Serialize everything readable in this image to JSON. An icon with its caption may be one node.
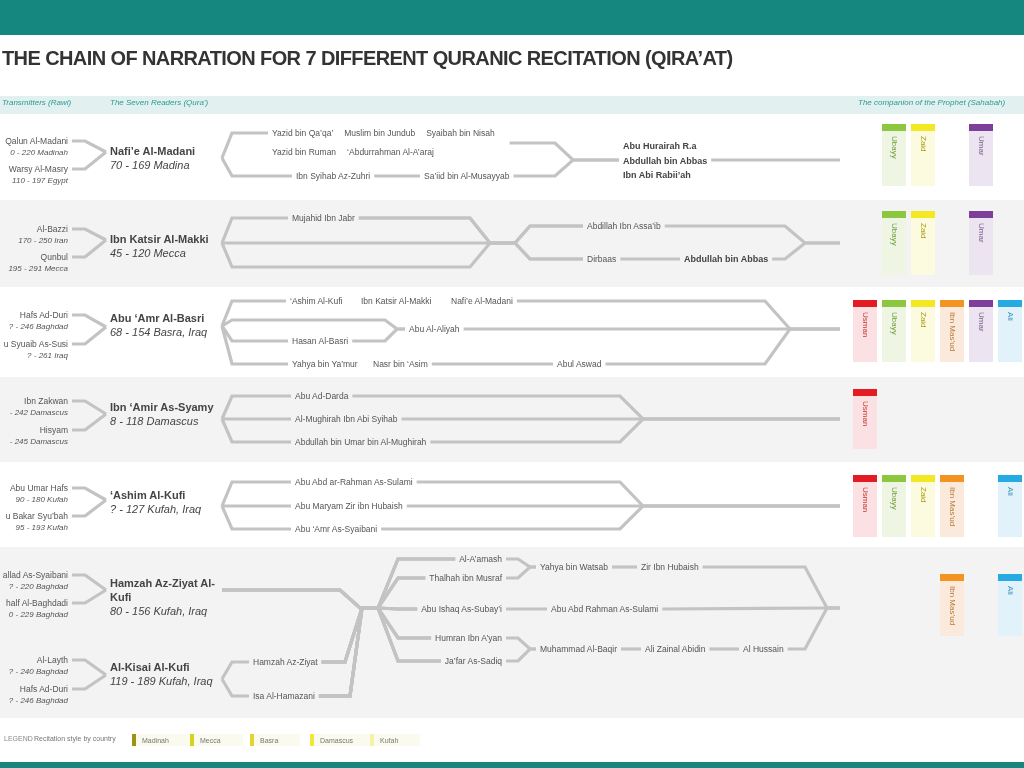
{
  "diagram": {
    "title": "THE CHAIN OF NARRATION FOR 7 DIFFERENT QURANIC RECITATION (QIRA’AT)",
    "nodes": [
      {
        "text": [
          "Qalun Al-Madani",
          "0 - 220 Madinah"
        ]
      },
      {
        "text": [
          "Warsy Al-Masry",
          "110 - 197 Egypt"
        ]
      },
      {
        "text": [
          "Nafi’e Al-Madani",
          "70 - 169 Madina"
        ]
      },
      {
        "text": [
          "Yazid bin Qa’qa’",
          "Muslim bin Jundub",
          "Syaibah bin Nisah",
          "Yazid bin Ruman",
          "‘Abdurrahman Al-A’araj"
        ]
      },
      {
        "text": [
          "Ibn Syihab Az-Zuhri"
        ]
      },
      {
        "text": [
          "Sa’iid bin Al-Musayyab"
        ]
      },
      {
        "text": [
          "Abu Hurairah R.a",
          "Abdullah bin Abbas",
          "Ibn Abi Rabii’ah"
        ]
      },
      {
        "text": [
          "Ubayy"
        ]
      },
      {
        "text": [
          "Zaid"
        ]
      },
      {
        "text": [
          "Umar"
        ]
      },
      {
        "text": [
          "Al-Bazzi",
          "170 - 250 Iran"
        ]
      },
      {
        "text": [
          "Qunbul",
          "195 - 291 Mecca"
        ]
      },
      {
        "text": [
          "Ibn Katsir Al-Makki",
          "45 - 120 Mecca"
        ]
      },
      {
        "text": [
          "Mujahid Ibn Jabr"
        ]
      },
      {
        "text": [
          "Abdillah Ibn Assa’ib"
        ]
      },
      {
        "text": [
          "Dirbaas"
        ]
      },
      {
        "text": [
          "Abdullah bin Abbas"
        ]
      },
      {
        "text": [
          "Ubayy"
        ]
      },
      {
        "text": [
          "Zaid"
        ]
      },
      {
        "text": [
          "Umar"
        ]
      },
      {
        "text": [
          "Hafs Ad-Duri",
          "? - 246 Baghdad"
        ]
      },
      {
        "text": [
          "u Syuaib As-Susi",
          "? - 261 Iraq"
        ]
      },
      {
        "text": [
          "Abu ‘Amr Al-Basri",
          "68 - 154 Basra, Iraq"
        ]
      },
      {
        "text": [
          "‘Ashim Al-Kufi"
        ]
      },
      {
        "text": [
          "Ibn Katsir Al-Makki"
        ]
      },
      {
        "text": [
          "Nafi’e Al-Madani"
        ]
      },
      {
        "text": [
          "Hasan Al-Basri"
        ]
      },
      {
        "text": [
          "Abu Al-Aliyah"
        ]
      },
      {
        "text": [
          "Yahya bin Ya’mur"
        ]
      },
      {
        "text": [
          "Nasr bin ‘Asim"
        ]
      },
      {
        "text": [
          "Abul Aswad"
        ]
      },
      {
        "text": [
          "Usman"
        ]
      },
      {
        "text": [
          "Ubayy"
        ]
      },
      {
        "text": [
          "Zaid"
        ]
      },
      {
        "text": [
          "Ibn Mas’ud"
        ]
      },
      {
        "text": [
          "Umar"
        ]
      },
      {
        "text": [
          "Ali"
        ]
      },
      {
        "text": [
          "Ibn Zakwan",
          "- 242 Damascus"
        ]
      },
      {
        "text": [
          "Hisyam",
          "- 245 Damascus"
        ]
      },
      {
        "text": [
          "Ibn ‘Amir As-Syamy",
          "8 - 118 Damascus"
        ]
      },
      {
        "text": [
          "Abu Ad-Darda"
        ]
      },
      {
        "text": [
          "Al-Mughirah Ibn Abi Syihab"
        ]
      },
      {
        "text": [
          "Abdullah bin Umar bin Al-Mughirah"
        ]
      },
      {
        "text": [
          "Usman"
        ]
      },
      {
        "text": [
          "Abu Umar Hafs",
          "90 - 180 Kufah"
        ]
      },
      {
        "text": [
          "u Bakar Syu’bah",
          "95 - 193 Kufah"
        ]
      },
      {
        "text": [
          "‘Ashim Al-Kufi",
          "? - 127 Kufah, Iraq"
        ]
      },
      {
        "text": [
          "Abu Abd ar-Rahman As-Sulami"
        ]
      },
      {
        "text": [
          "Abu Maryam Zir ibn Hubaish"
        ]
      },
      {
        "text": [
          "Abu ‘Amr As-Syaibani"
        ]
      },
      {
        "text": [
          "Usman"
        ]
      },
      {
        "text": [
          "Ubayy"
        ]
      },
      {
        "text": [
          "Zaid"
        ]
      },
      {
        "text": [
          "Ibn Mas’ud"
        ]
      },
      {
        "text": [
          "Ali"
        ]
      },
      {
        "text": [
          "allad As-Syaibani",
          "? - 220 Baghdad"
        ]
      },
      {
        "text": [
          "half Al-Baghdadi",
          "0 - 229 Baghdad"
        ]
      },
      {
        "text": [
          "Hamzah Az-Ziyat Al-Kufi",
          "80 - 156 Kufah, Iraq"
        ]
      },
      {
        "text": [
          "Al-Layth",
          "? - 240 Baghdad"
        ]
      },
      {
        "text": [
          "Hafs Ad-Duri",
          "? - 246 Baghdad"
        ]
      },
      {
        "text": [
          "Al-Kisai Al-Kufi",
          "119 - 189 Kufah, Iraq"
        ]
      },
      {
        "text": [
          "Hamzah Az-Ziyat"
        ]
      },
      {
        "text": [
          "Isa Al-Hamazani"
        ]
      },
      {
        "text": [
          "Al-A’amash"
        ]
      },
      {
        "text": [
          "Thalhah ibn Musraf"
        ]
      },
      {
        "text": [
          "Abu Ishaq As-Subay’i"
        ]
      },
      {
        "text": [
          "Humran Ibn A’yan"
        ]
      },
      {
        "text": [
          "Ja’far As-Sadiq"
        ]
      },
      {
        "text": [
          "Yahya bin Watsab"
        ]
      },
      {
        "text": [
          "Zir Ibn Hubaish"
        ]
      },
      {
        "text": [
          "Abu Abd Rahman As-Sulami"
        ]
      },
      {
        "text": [
          "Muhammad Al-Baqir"
        ]
      },
      {
        "text": [
          "Ali Zainal Abidin"
        ]
      },
      {
        "text": [
          "Al Hussain"
        ]
      },
      {
        "text": [
          "Ibn Mas’ud"
        ]
      },
      {
        "text": [
          "Ali"
        ]
      }
    ],
    "edges": [
      {
        "from": 0,
        "to": 2,
        "arrow": "none"
      },
      {
        "from": 1,
        "to": 2,
        "arrow": "none"
      },
      {
        "from": 2,
        "to": 3,
        "arrow": "none"
      },
      {
        "from": 2,
        "to": 4,
        "arrow": "none"
      },
      {
        "from": 4,
        "to": 5,
        "arrow": "none"
      },
      {
        "from": 3,
        "to": 6,
        "arrow": "none"
      },
      {
        "from": 5,
        "to": 6,
        "arrow": "none"
      },
      {
        "from": 6,
        "to": null,
        "arrow": "none"
      },
      {
        "from": 10,
        "to": 12,
        "arrow": "none"
      },
      {
        "from": 11,
        "to": 12,
        "arrow": "none"
      },
      {
        "from": 12,
        "to": 13,
        "arrow": "none"
      },
      {
        "from": 13,
        "to": 14,
        "arrow": "none"
      },
      {
        "from": 13,
        "to": 15,
        "arrow": "none"
      },
      {
        "from": 12,
        "to": 14,
        "arrow": "none"
      },
      {
        "from": 12,
        "to": 15,
        "arrow": "none"
      },
      {
        "from": 15,
        "to": 16,
        "arrow": "none"
      },
      {
        "from": 14,
        "to": null,
        "arrow": "none"
      },
      {
        "from": 16,
        "to": null,
        "arrow": "none"
      },
      {
        "from": 20,
        "to": 22,
        "arrow": "none"
      },
      {
        "from": 21,
        "to": 22,
        "arrow": "none"
      },
      {
        "from": 22,
        "to": 23,
        "arrow": "none"
      },
      {
        "from": 22,
        "to": 27,
        "arrow": "none"
      },
      {
        "from": 22,
        "to": 26,
        "arrow": "none"
      },
      {
        "from": 26,
        "to": 27,
        "arrow": "none"
      },
      {
        "from": 22,
        "to": 28,
        "arrow": "none"
      },
      {
        "from": 29,
        "to": 30,
        "arrow": "none"
      },
      {
        "from": 25,
        "to": null,
        "arrow": "none"
      },
      {
        "from": 27,
        "to": null,
        "arrow": "none"
      },
      {
        "from": 30,
        "to": null,
        "arrow": "none"
      },
      {
        "from": 37,
        "to": 39,
        "arrow": "none"
      },
      {
        "from": 38,
        "to": 39,
        "arrow": "none"
      },
      {
        "from": 39,
        "to": 40,
        "arrow": "none"
      },
      {
        "from": 39,
        "to": 41,
        "arrow": "none"
      },
      {
        "from": 39,
        "to": 42,
        "arrow": "none"
      },
      {
        "from": 40,
        "to": null,
        "arrow": "none"
      },
      {
        "from": 41,
        "to": null,
        "arrow": "none"
      },
      {
        "from": 42,
        "to": null,
        "arrow": "none"
      },
      {
        "from": 44,
        "to": 46,
        "arrow": "none"
      },
      {
        "from": 45,
        "to": 46,
        "arrow": "none"
      },
      {
        "from": 46,
        "to": 47,
        "arrow": "none"
      },
      {
        "from": 46,
        "to": 48,
        "arrow": "none"
      },
      {
        "from": 46,
        "to": 49,
        "arrow": "none"
      },
      {
        "from": 47,
        "to": null,
        "arrow": "none"
      },
      {
        "from": 48,
        "to": null,
        "arrow": "none"
      },
      {
        "from": 49,
        "to": null,
        "arrow": "none"
      },
      {
        "from": 55,
        "to": 57,
        "arrow": "none"
      },
      {
        "from": 56,
        "to": 57,
        "arrow": "none"
      },
      {
        "from": 58,
        "to": 60,
        "arrow": "none"
      },
      {
        "from": 59,
        "to": 60,
        "arrow": "none"
      },
      {
        "from": 60,
        "to": 61,
        "arrow": "none"
      },
      {
        "from": 60,
        "to": 62,
        "arrow": "none"
      },
      {
        "from": 57,
        "to": 63,
        "arrow": "none"
      },
      {
        "from": 57,
        "to": 64,
        "arrow": "none"
      },
      {
        "from": 57,
        "to": 65,
        "arrow": "none"
      },
      {
        "from": 57,
        "to": 66,
        "arrow": "none"
      },
      {
        "from": 57,
        "to": 67,
        "arrow": "none"
      },
      {
        "from": 61,
        "to": 63,
        "arrow": "none"
      },
      {
        "from": 61,
        "to": 64,
        "arrow": "none"
      },
      {
        "from": 61,
        "to": 65,
        "arrow": "none"
      },
      {
        "from": 61,
        "to": 66,
        "arrow": "none"
      },
      {
        "from": 61,
        "to": 67,
        "arrow": "none"
      },
      {
        "from": 62,
        "to": 63,
        "arrow": "none"
      },
      {
        "from": 62,
        "to": 64,
        "arrow": "none"
      },
      {
        "from": 62,
        "to": 65,
        "arrow": "none"
      },
      {
        "from": 62,
        "to": 66,
        "arrow": "none"
      },
      {
        "from": 62,
        "to": 67,
        "arrow": "none"
      },
      {
        "from": 63,
        "to": 68,
        "arrow": "none"
      },
      {
        "from": 64,
        "to": 68,
        "arrow": "none"
      },
      {
        "from": 65,
        "to": 70,
        "arrow": "none"
      },
      {
        "from": 66,
        "to": 71,
        "arrow": "none"
      },
      {
        "from": 67,
        "to": 71,
        "arrow": "none"
      },
      {
        "from": 68,
        "to": 69,
        "arrow": "none"
      },
      {
        "from": 71,
        "to": 72,
        "arrow": "none"
      },
      {
        "from": 72,
        "to": 73,
        "arrow": "none"
      },
      {
        "from": 69,
        "to": null,
        "arrow": "none"
      },
      {
        "from": 70,
        "to": null,
        "arrow": "none"
      },
      {
        "from": 73,
        "to": null,
        "arrow": "none"
      }
    ],
    "labels": [
      "Transmitters (Rawi)",
      "The Seven Readers (Qura’)",
      "The companion of the Prophet (Sahabah)",
      "LEGEND",
      "Recitation style by country"
    ],
    "legend": [
      {
        "text": "Madinah",
        "color": "#9c9514"
      },
      {
        "text": "Mecca",
        "color": "#d9d11e"
      },
      {
        "text": "Basra",
        "color": "#e2d530"
      },
      {
        "text": "Damascus",
        "color": "#ede83a"
      },
      {
        "text": "Kufah",
        "color": "#f6f0a8"
      }
    ]
  }
}
